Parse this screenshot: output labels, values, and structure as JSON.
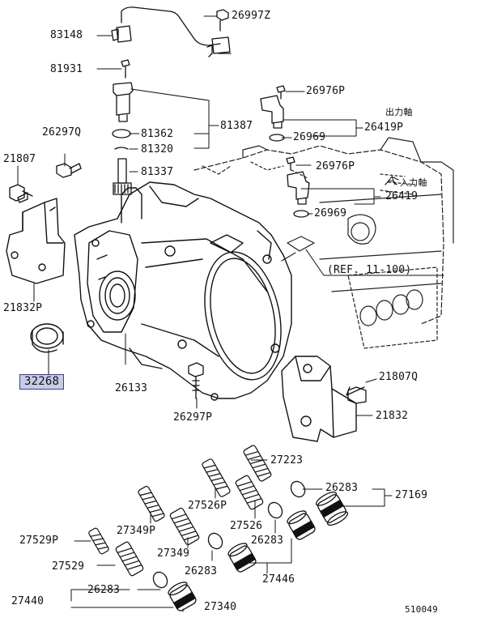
{
  "labels": {
    "p83148": "83148",
    "p26997z": "26997Z",
    "p81931": "81931",
    "p26976p_a": "26976P",
    "p26297q": "26297Q",
    "p81362": "81362",
    "p81387": "81387",
    "p81320": "81320",
    "p26969_a": "26969",
    "p26419p": "26419P",
    "out_shaft": "出力軸",
    "p21807": "21807",
    "p81337": "81337",
    "p26976p_b": "26976P",
    "in_shaft": "入力軸",
    "p26969_b": "26969",
    "p26419": "26419",
    "ref": "(REF. 11-100)",
    "p21832p": "21832P",
    "p32268": "32268",
    "p26133": "26133",
    "p21807q": "21807Q",
    "p26297p": "26297P",
    "p21832": "21832",
    "p27223": "27223",
    "p26283_a": "26283",
    "p27169": "27169",
    "p27526p": "27526P",
    "p27526": "27526",
    "p27349p": "27349P",
    "p26283_b": "26283",
    "p27529p": "27529P",
    "p27349": "27349",
    "p27529": "27529",
    "p26283_c": "26283",
    "p27446": "27446",
    "p26283_d": "26283",
    "p27440": "27440",
    "p27340": "27340",
    "diagram_id": "510049"
  }
}
